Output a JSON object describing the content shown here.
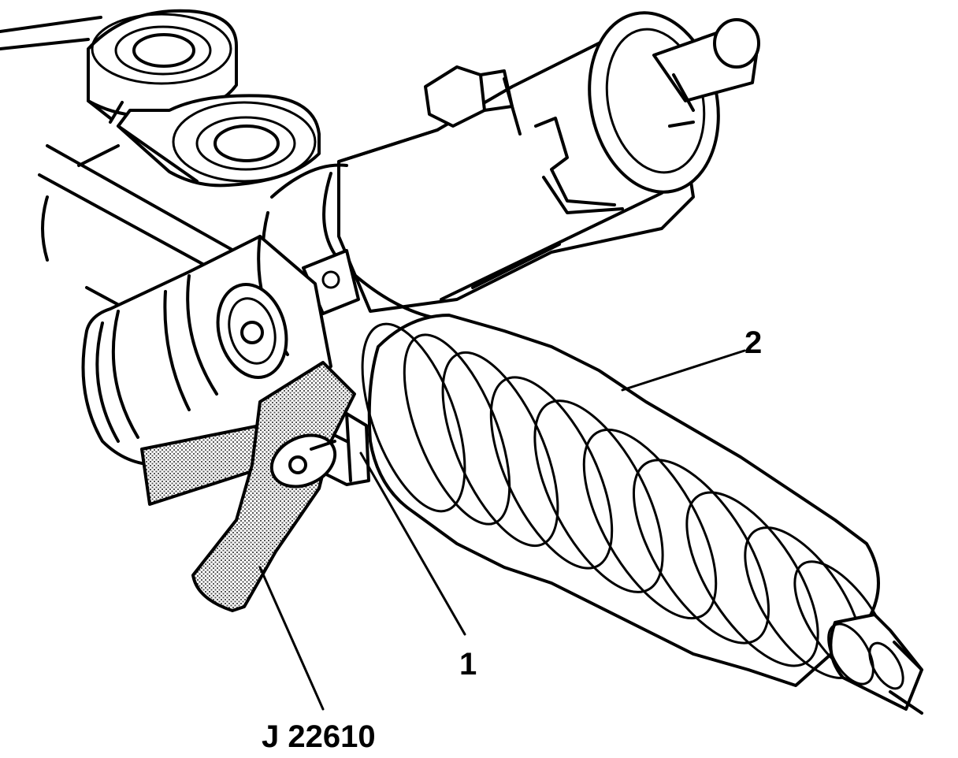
{
  "callouts": {
    "clamp": "1",
    "boot": "2",
    "tool": "J 22610"
  },
  "colors": {
    "line": "#000000",
    "background": "#ffffff",
    "tool_shading": "#808080"
  }
}
